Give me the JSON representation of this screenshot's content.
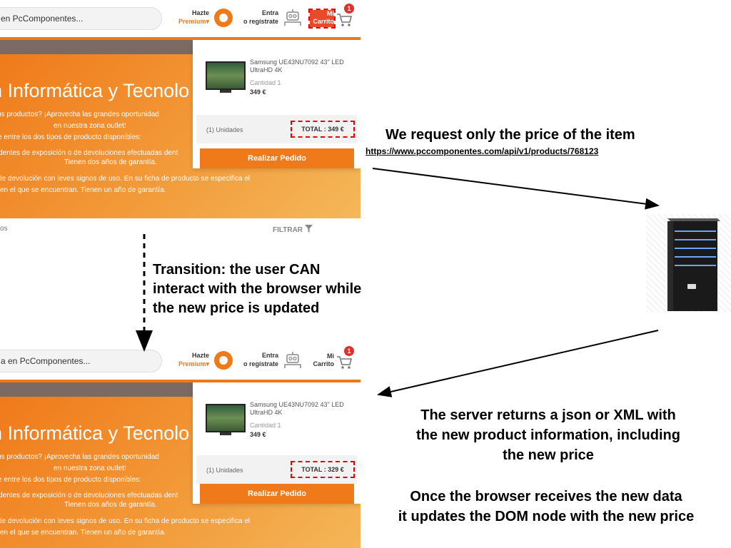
{
  "header": {
    "search_text_top": "en PcComponentes...",
    "search_text_bottom": "a en PcComponentes...",
    "premium_line1": "Hazte",
    "premium_line2": "Premium",
    "premium_chevron": "▾",
    "login_line1": "Entra",
    "login_line2": "o regístrate",
    "cart_line1": "Mi",
    "cart_line2": "Carrito",
    "cart_count": "1"
  },
  "hero": {
    "title": "n Informática y Tecnolo",
    "lines": [
      "us productos? ¡Aprovecha las grandes oportunidad",
      "en nuestra zona outlet!",
      "e entre los dos tipos de producto disponibles:",
      "dentes de exposición o de devoluciones efectuadas dent",
      "Tienen dos años de garantía.",
      "de devolución con leves signos de uso. En su ficha de producto se especifica el",
      "en el que se encuentran. Tienen un año de garantía."
    ],
    "filter_placeholder": "os",
    "filter_label": "FILTRAR"
  },
  "cart_popup": {
    "product_name": "Samsung UE43NU7092 43\" LED UltraHD 4K",
    "quantity_label": "Cantidad 1",
    "price": "349 €",
    "units": "(1) Unidades",
    "total_before": "TOTAL : 349  €",
    "total_after": "TOTAL : 329  €",
    "order_button": "Realizar Pedido"
  },
  "annotations": {
    "request": "We request only the price of the item",
    "request_url": "https://www.pccomponentes.com/api/v1/products/768123",
    "transition_lines": [
      "Transition: the user CAN",
      "interact with the browser while",
      "the new price is updated"
    ],
    "response_lines": [
      "The server returns a json or XML with",
      "the new product information, including",
      "the new price"
    ],
    "update_lines": [
      "Once the browser receives the new data",
      "it updates the DOM node with the new price"
    ]
  },
  "colors": {
    "accent": "#f07a1a",
    "highlight_border": "#e00000"
  }
}
